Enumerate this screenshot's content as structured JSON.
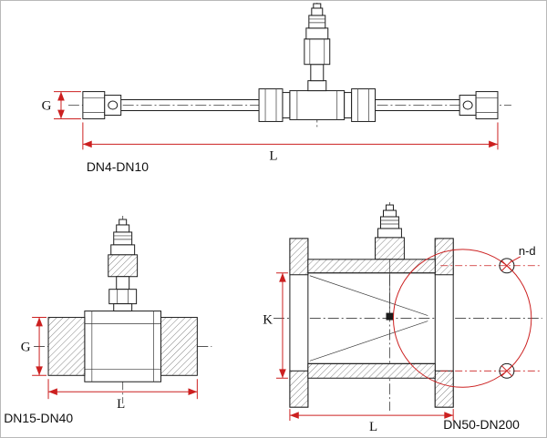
{
  "diagram": {
    "colors": {
      "dimension_red": "#cc2020",
      "drawing_black": "#1c1c1c"
    },
    "views": [
      {
        "caption": "DN4-DN10",
        "dim_g": "G",
        "dim_l": "L"
      },
      {
        "caption": "DN15-DN40",
        "dim_g": "G",
        "dim_l": "L"
      },
      {
        "caption": "DN50-DN200",
        "dim_k": "K",
        "dim_l": "L",
        "dim_nd": "n-d"
      }
    ]
  }
}
